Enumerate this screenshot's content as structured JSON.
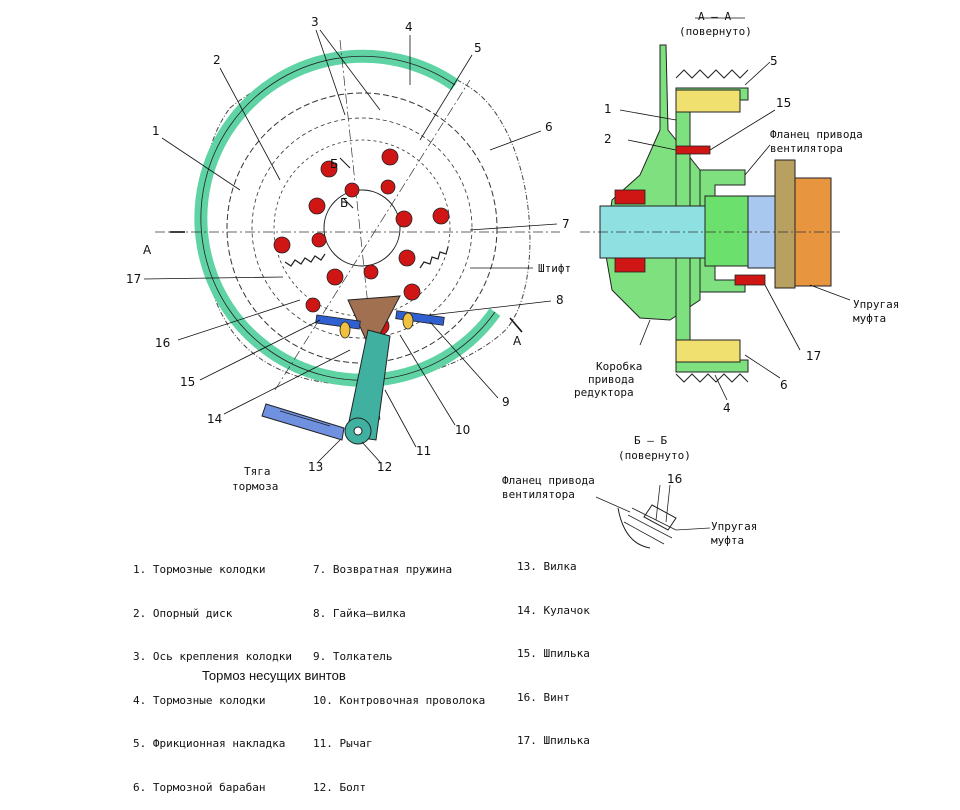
{
  "caption": "Тормоз несущих винтов",
  "callouts_main": [
    "1",
    "2",
    "3",
    "4",
    "5",
    "6",
    "7",
    "8",
    "9",
    "10",
    "11",
    "12",
    "13",
    "14",
    "15",
    "16",
    "17"
  ],
  "labels_main": {
    "section_a": "А",
    "section_b": "Б",
    "pin": "Штифт",
    "brake_rod": "Тяга\nтормоза"
  },
  "section_aa": {
    "title": "А – А",
    "subtitle": "(повернуто)",
    "callouts": [
      "5",
      "15",
      "1",
      "2",
      "17",
      "6",
      "4"
    ],
    "fan_flange": "Фланец привода\nвентилятора",
    "elastic_coupling": "Упругая\nмуфта",
    "gearbox": "Коробка\nпривода\nредуктора"
  },
  "section_bb": {
    "title": "Б – Б",
    "subtitle": "(повернуто)",
    "callout": "16",
    "fan_flange": "Фланец привода\nвентилятора",
    "elastic_coupling": "Упругая\nмуфта"
  },
  "legend": {
    "col1": [
      "1. Тормозные колодки",
      "2. Опорный диск",
      "3. Ось крепления колодки",
      "4. Тормозные колодки",
      "5. Фрикционная накладка",
      "6. Тормозной барабан"
    ],
    "col2": [
      "7. Возвратная пружина",
      "8. Гайка–вилка",
      "9. Толкатель",
      "10. Контровочная проволока",
      "11. Рычаг",
      "12. Болт"
    ],
    "col3": [
      "13. Вилка",
      "14. Кулачок",
      "15. Шпилька",
      "16. Винт",
      "17. Шпилька"
    ]
  },
  "colors": {
    "drum": "#5fd3a4",
    "housing_green": "#7ee07e",
    "bolt_red": "#d01515",
    "shaft_cyan": "#8fe0e0",
    "shaft_blue": "#a8c8f0",
    "coupling_orange": "#e89540",
    "coupling_olive": "#b8a060",
    "pulley_yellow": "#f0e070",
    "lever_teal": "#40b0a0",
    "rod_blue": "#3060d0",
    "cam_brown": "#a07050"
  }
}
